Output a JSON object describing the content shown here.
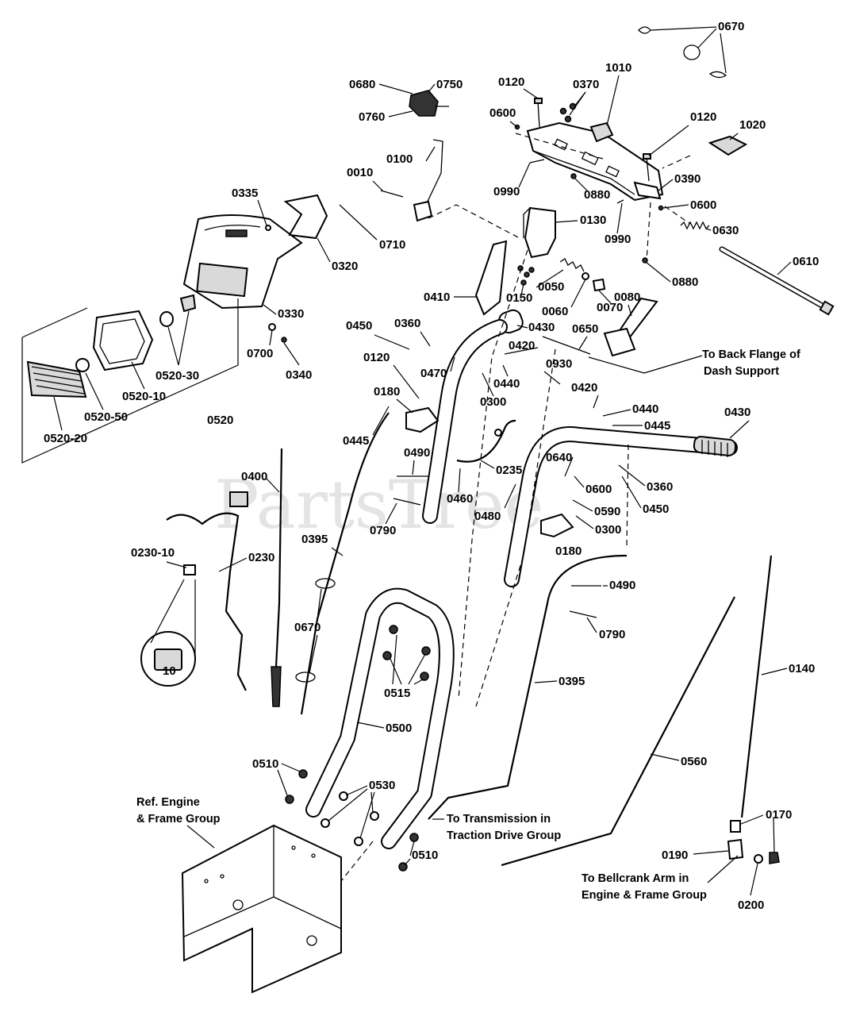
{
  "watermark": "PartsTree",
  "notes": {
    "back_flange": [
      "To Back Flange of",
      "Dash Support"
    ],
    "engine_frame": [
      "Ref. Engine",
      "& Frame Group"
    ],
    "transmission": [
      "To Transmission in",
      "Traction Drive Group"
    ],
    "bellcrank": [
      "To Bellcrank Arm in",
      "Engine & Frame Group"
    ]
  },
  "callouts": {
    "c0670a": "0670",
    "c1010": "1010",
    "c0120a": "0120",
    "c0370": "0370",
    "c0680": "0680",
    "c0750": "0750",
    "c0760": "0760",
    "c0600a": "0600",
    "c0120b": "0120",
    "c1020": "1020",
    "c0100": "0100",
    "c0010": "0010",
    "c0990a": "0990",
    "c0880a": "0880",
    "c0390": "0390",
    "c0600b": "0600",
    "c0335": "0335",
    "c0710": "0710",
    "c0130": "0130",
    "c0990b": "0990",
    "c0630": "0630",
    "c0320": "0320",
    "c0610": "0610",
    "c0880b": "0880",
    "c0050": "0050",
    "c0410": "0410",
    "c0150": "0150",
    "c0080": "0080",
    "c0060": "0060",
    "c0070": "0070",
    "c0330": "0330",
    "c0450a": "0450",
    "c0360a": "0360",
    "c0430a": "0430",
    "c0650": "0650",
    "c0420a": "0420",
    "c0120c": "0120",
    "c0700": "0700",
    "c0470": "0470",
    "c0440a": "0440",
    "c0930": "0930",
    "c0340": "0340",
    "c0520-30": "0520-30",
    "c0300a": "0300",
    "c0420b": "0420",
    "c0520-10": "0520-10",
    "c0180a": "0180",
    "c0520-50": "0520-50",
    "c0440b": "0440",
    "c0430b": "0430",
    "c0520": "0520",
    "c0445a": "0445",
    "c0445b": "0445",
    "c0520-20": "0520-20",
    "c0490a": "0490",
    "c0640": "0640",
    "c0235": "0235",
    "c0400": "0400",
    "c0600c": "0600",
    "c0360b": "0360",
    "c0460": "0460",
    "c0590": "0590",
    "c0450b": "0450",
    "c0480": "0480",
    "c0790a": "0790",
    "c0300b": "0300",
    "c0230-10": "0230-10",
    "c0230": "0230",
    "c0395a": "0395",
    "c0180b": "0180",
    "c0490b": "0490",
    "c0670b": "0670",
    "c0790b": "0790",
    "c0140": "0140",
    "c0515": "0515",
    "c0395b": "0395",
    "c0500": "0500",
    "c0560": "0560",
    "c0510a": "0510",
    "c0530": "0530",
    "c0170": "0170",
    "c0510b": "0510",
    "c0190": "0190",
    "c0200": "0200"
  },
  "fuse_label": "10"
}
